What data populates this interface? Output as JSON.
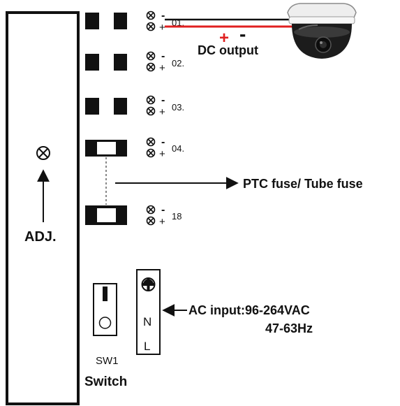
{
  "panel": {
    "adj_label": "ADJ."
  },
  "outputs": [
    {
      "label": "01."
    },
    {
      "label": "02."
    },
    {
      "label": "03."
    },
    {
      "label": "04."
    },
    {
      "label": "18"
    }
  ],
  "terminal_marks": {
    "minus": "-",
    "plus": "+"
  },
  "dc_output": {
    "plus": "+",
    "minus": "-",
    "label": "DC output"
  },
  "fuse_label": "PTC fuse/ Tube fuse",
  "switch": {
    "id": "SW1",
    "label": "Switch",
    "on_symbol": "I",
    "off_symbol": "O"
  },
  "ac_terminal": {
    "n_label": "N",
    "l_label": "L"
  },
  "ac_input": {
    "line1": "AC input:96-264VAC",
    "line2": "47-63Hz"
  },
  "colors": {
    "positive_wire": "#e02020",
    "ink": "#111111"
  }
}
